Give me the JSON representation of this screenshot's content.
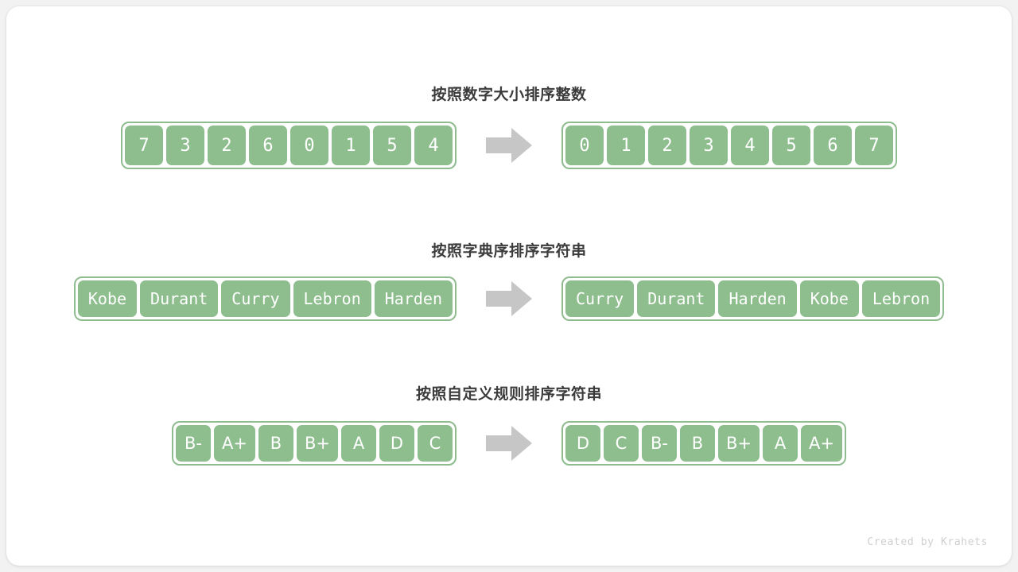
{
  "page": {
    "background_color": "#f2f2f2",
    "card_color": "#ffffff",
    "accent_color": "#8ebe8e",
    "arrow_color": "#c6c6c6"
  },
  "sections": [
    {
      "title": "按照数字大小排序整数",
      "input": [
        "7",
        "3",
        "2",
        "6",
        "0",
        "1",
        "5",
        "4"
      ],
      "output": [
        "0",
        "1",
        "2",
        "3",
        "4",
        "5",
        "6",
        "7"
      ],
      "arrow_icon": "right-arrow-icon"
    },
    {
      "title": "按照字典序排序字符串",
      "input": [
        "Kobe",
        "Durant",
        "Curry",
        "Lebron",
        "Harden"
      ],
      "output": [
        "Curry",
        "Durant",
        "Harden",
        "Kobe",
        "Lebron"
      ],
      "arrow_icon": "right-arrow-icon"
    },
    {
      "title": "按照自定义规则排序字符串",
      "input": [
        "B-",
        "A+",
        "B",
        "B+",
        "A",
        "D",
        "C"
      ],
      "output": [
        "D",
        "C",
        "B-",
        "B",
        "B+",
        "A",
        "A+"
      ],
      "arrow_icon": "right-arrow-icon"
    }
  ],
  "footer": {
    "credit": "Created by Krahets"
  }
}
